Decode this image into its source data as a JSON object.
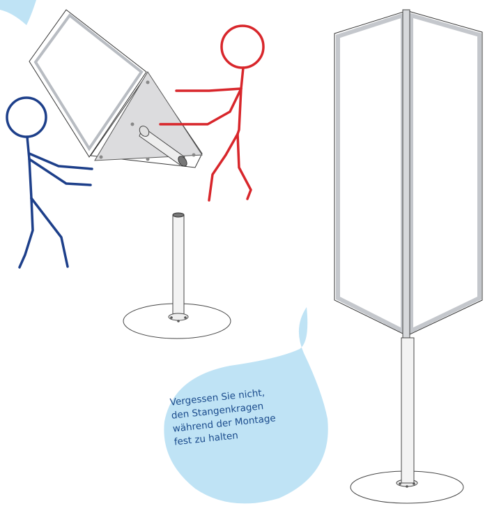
{
  "bubble": {
    "lines": [
      "Vergessen Sie nicht,",
      "den Stangenkragen",
      "während der Montage",
      "fest zu halten"
    ]
  },
  "colors": {
    "blue_figure": "#1d3f8a",
    "red_figure": "#d8262b",
    "bubble_fill": "#bfe3f5",
    "frame": "#c9ccd1",
    "panel_fill": "#d9dadc",
    "pole_fill": "#f3f3f3",
    "outline": "#333333"
  },
  "icons": {
    "blue_figure": "stick-figure-blue",
    "red_figure": "stick-figure-red",
    "sign_left": "triangular-display-tilted",
    "sign_right": "triangular-display-assembled",
    "stand": "pole-stand-base"
  }
}
